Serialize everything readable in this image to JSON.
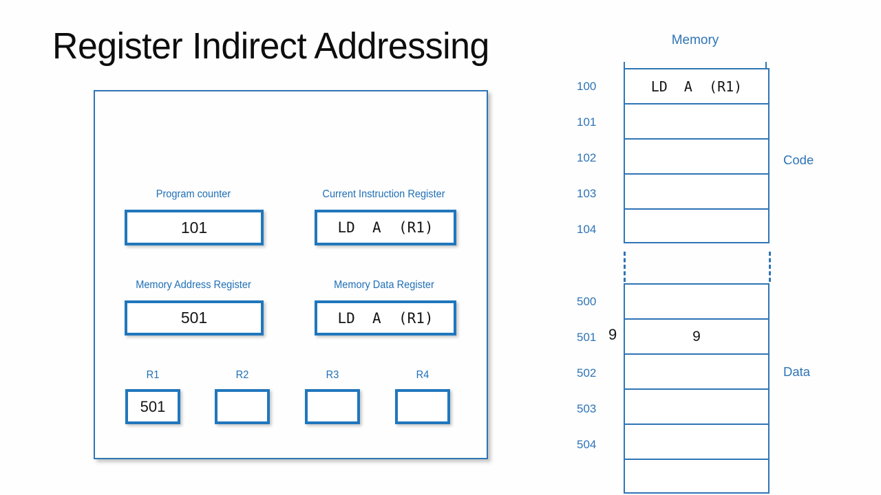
{
  "slide": {
    "title": "Register Indirect Addressing",
    "accent_color": "#2E74B5",
    "box_border_color": "#2077BC",
    "text_color": "#141414"
  },
  "cpu": {
    "registers": [
      {
        "name": "program-counter",
        "label": "Program counter",
        "value": "101"
      },
      {
        "name": "current-instruction-register",
        "label": "Current Instruction Register",
        "value": "LD  A  (R1)"
      },
      {
        "name": "memory-address-register",
        "label": "Memory Address Register",
        "value": "501"
      },
      {
        "name": "memory-data-register",
        "label": "Memory Data Register",
        "value": "LD  A  (R1)"
      }
    ],
    "general_registers": [
      {
        "label": "R1",
        "value": "501"
      },
      {
        "label": "R2",
        "value": ""
      },
      {
        "label": "R3",
        "value": ""
      },
      {
        "label": "R4",
        "value": ""
      }
    ]
  },
  "memory": {
    "title": "Memory",
    "code_section_label": "Code",
    "data_section_label": "Data",
    "floating_value": "9",
    "code_rows": [
      {
        "address": "100",
        "value": "LD  A  (R1)"
      },
      {
        "address": "101",
        "value": ""
      },
      {
        "address": "102",
        "value": ""
      },
      {
        "address": "103",
        "value": ""
      },
      {
        "address": "104",
        "value": ""
      }
    ],
    "data_rows": [
      {
        "address": "500",
        "value": ""
      },
      {
        "address": "501",
        "value": "9"
      },
      {
        "address": "502",
        "value": ""
      },
      {
        "address": "503",
        "value": ""
      },
      {
        "address": "504",
        "value": ""
      },
      {
        "address": "",
        "value": ""
      }
    ]
  }
}
